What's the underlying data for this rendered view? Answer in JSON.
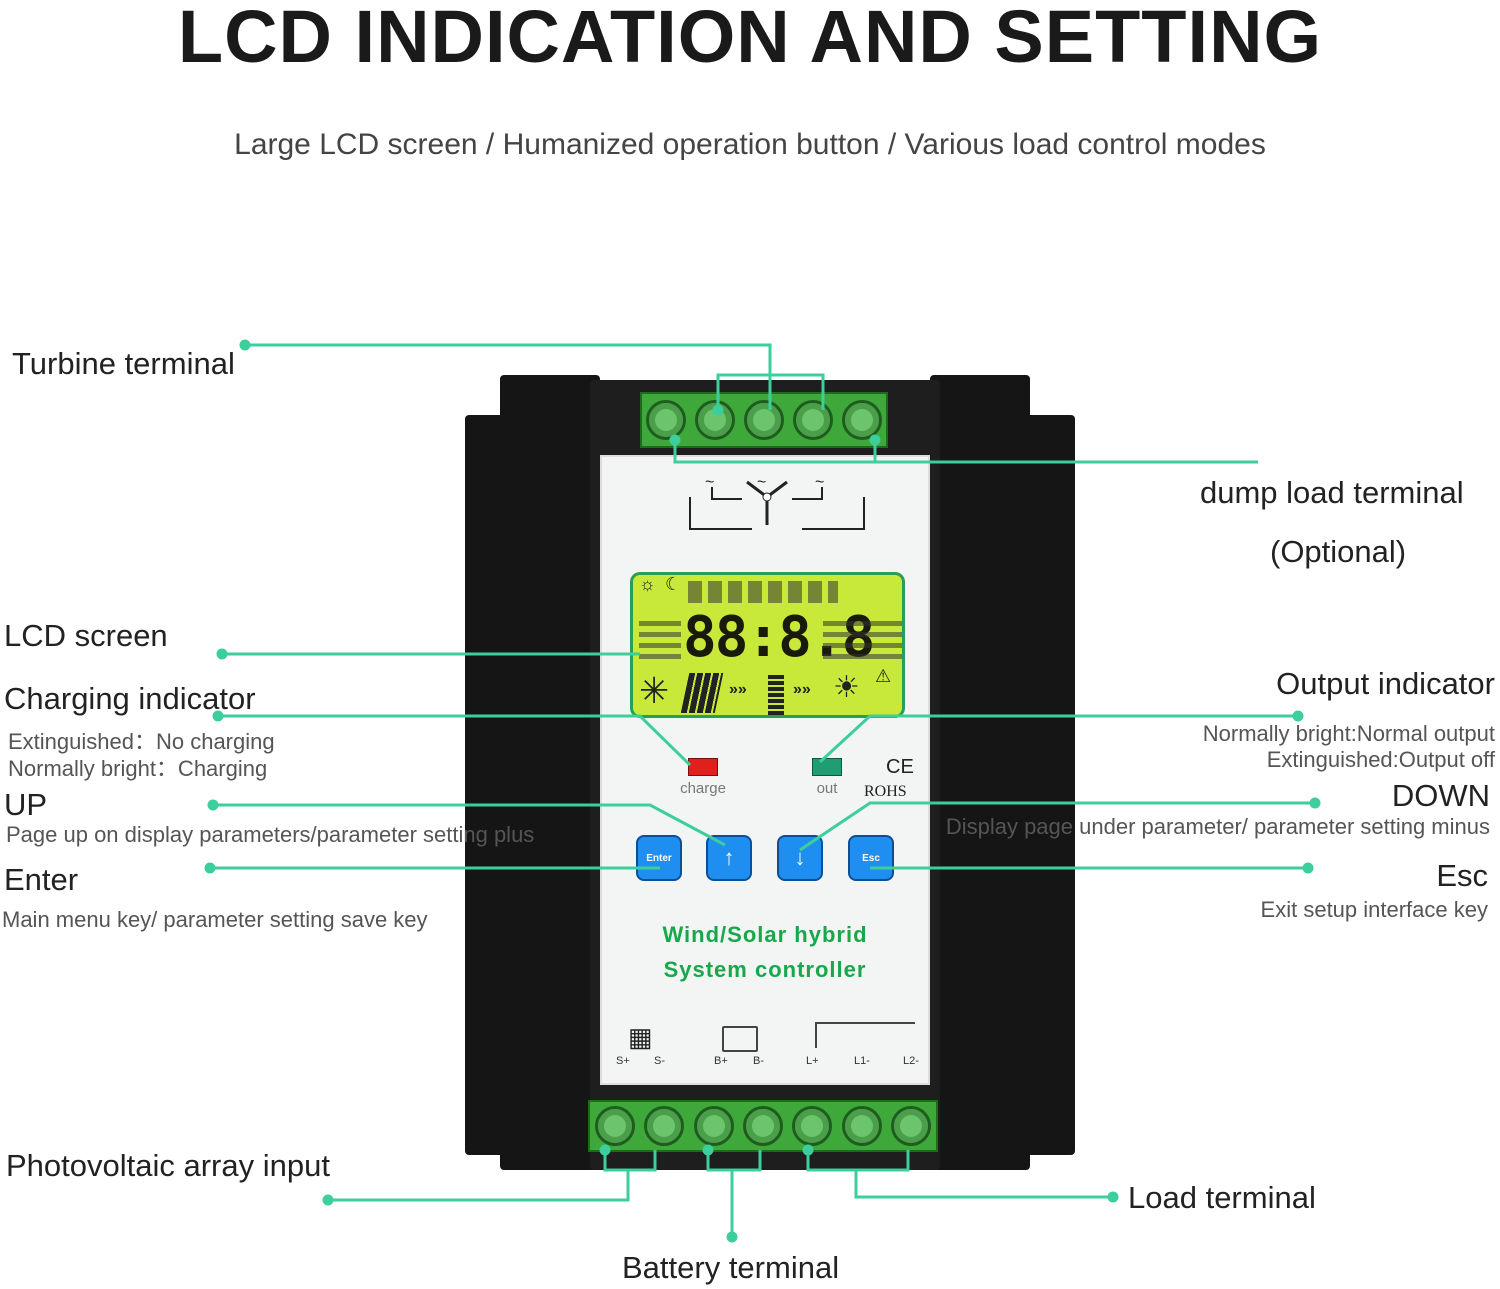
{
  "title": "LCD INDICATION AND SETTING",
  "subtitle": "Large LCD screen / Humanized operation button / Various load control modes",
  "line_color": "#3ccf9c",
  "labels": {
    "turbine": "Turbine terminal",
    "dump": "dump load terminal",
    "dump_opt": "(Optional)",
    "lcd": "LCD screen",
    "charging": "Charging indicator",
    "charging_1": "Extinguished：No charging",
    "charging_2": "Normally bright：Charging",
    "output": "Output indicator",
    "output_1": "Normally bright:Normal output",
    "output_2": "Extinguished:Output off",
    "up": "UP",
    "up_desc": "Page up on display parameters/parameter setting plus",
    "down": "DOWN",
    "down_desc": "Display page under parameter/ parameter setting minus",
    "enter": "Enter",
    "enter_desc": "Main menu key/ parameter setting save key",
    "esc": "Esc",
    "esc_desc": "Exit setup interface key",
    "pv": "Photovoltaic array input",
    "battery": "Battery terminal",
    "load": "Load terminal"
  },
  "device": {
    "lcd_digits": "88:8.8",
    "charge_led": "charge",
    "out_led": "out",
    "ce": "CE",
    "rohs": "ROHS",
    "buttons": {
      "enter": "Enter",
      "up": "↑",
      "down": "↓",
      "esc": "Esc"
    },
    "brand_1": "Wind/Solar hybrid",
    "brand_2": "System controller",
    "terminals": [
      "S+",
      "S-",
      "B+",
      "B-",
      "L+",
      "L1-",
      "L2-"
    ],
    "charge_led_color": "#e0201c",
    "out_led_color": "#1f9e74"
  }
}
